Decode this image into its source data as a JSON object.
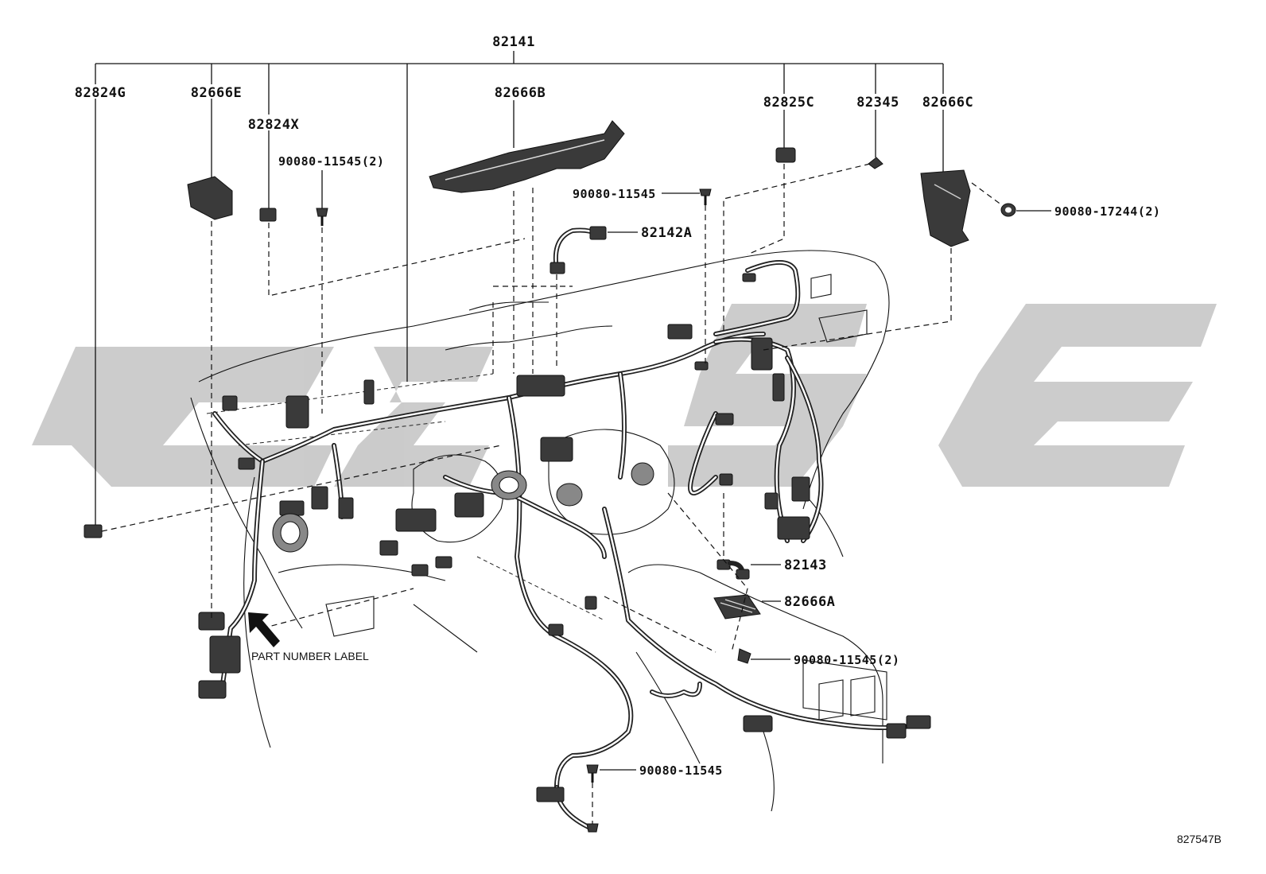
{
  "diagram": {
    "reference_code": "827547B",
    "part_number_label": "PART NUMBER LABEL",
    "labels": {
      "main_harness": "82141",
      "p82824G": "82824G",
      "p82666E": "82666E",
      "p82824X": "82824X",
      "bolt_left_top": "90080-11545(2)",
      "p82666B": "82666B",
      "bolt_mid_top": "90080-11545",
      "p82142A": "82142A",
      "p82825C": "82825C",
      "p82345": "82345",
      "p82666C": "82666C",
      "nut_right": "90080-17244(2)",
      "p82143": "82143",
      "p82666A": "82666A",
      "bolt_right_low": "90080-11545(2)",
      "bolt_bottom": "90080-11545"
    }
  }
}
